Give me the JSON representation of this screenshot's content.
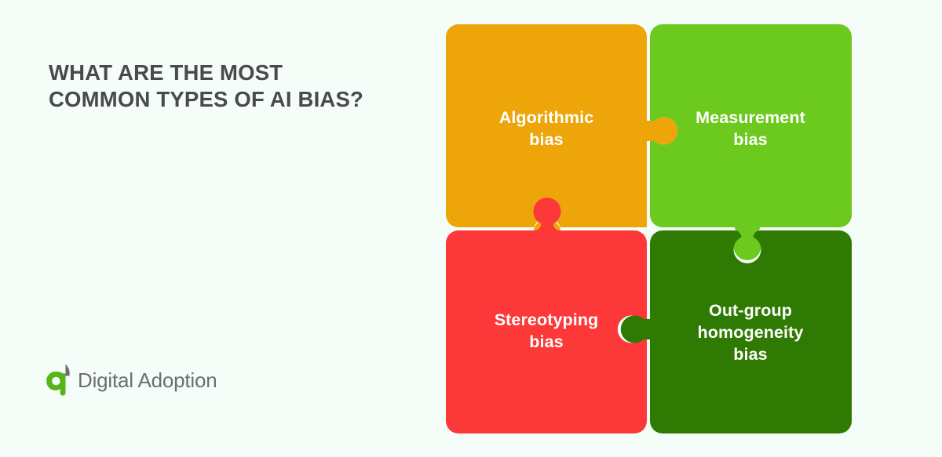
{
  "background_color": "#F5FDF9",
  "header": {
    "title": "WHAT ARE THE MOST COMMON TYPES OF AI BIAS?",
    "title_line_1": "WHAT ARE THE MOST",
    "title_line_2": "COMMON TYPES OF AI BIAS?",
    "title_color": "#4A4A4A"
  },
  "brand": {
    "name": "Digital Adoption",
    "name_color": "#6E6E6E",
    "mark_icon": "digital-adoption-logo-icon",
    "mark_color": "#56B519",
    "mark_accent_color": "#6E6E6E"
  },
  "puzzle": {
    "pieces": [
      {
        "id": "algorithmic-bias",
        "label": "Algorithmic bias",
        "line_1": "Algorithmic",
        "line_2": "bias",
        "line_3": "",
        "color": "#EDA50A",
        "position": "top-left"
      },
      {
        "id": "measurement-bias",
        "label": "Measurement bias",
        "line_1": "Measurement",
        "line_2": "bias",
        "line_3": "",
        "color": "#6CC91E",
        "position": "top-right"
      },
      {
        "id": "stereotyping-bias",
        "label": "Stereotyping bias",
        "line_1": "Stereotyping",
        "line_2": "bias",
        "line_3": "",
        "color": "#FC3838",
        "position": "bottom-left"
      },
      {
        "id": "out-group-homogeneity-bias",
        "label": "Out-group homogeneity bias",
        "line_1": "Out-group",
        "line_2": "homogeneity",
        "line_3": "bias",
        "color": "#2E7A02",
        "position": "bottom-right"
      }
    ],
    "connectors": [
      {
        "from": "algorithmic-bias",
        "to": "measurement-bias",
        "direction": "right",
        "color": "#EDA50A"
      },
      {
        "from": "stereotyping-bias",
        "to": "algorithmic-bias",
        "direction": "up",
        "color": "#FC3838"
      },
      {
        "from": "measurement-bias",
        "to": "out-group-homogeneity-bias",
        "direction": "down",
        "color": "#6CC91E"
      },
      {
        "from": "out-group-homogeneity-bias",
        "to": "stereotyping-bias",
        "direction": "left",
        "color": "#2E7A02"
      }
    ]
  }
}
